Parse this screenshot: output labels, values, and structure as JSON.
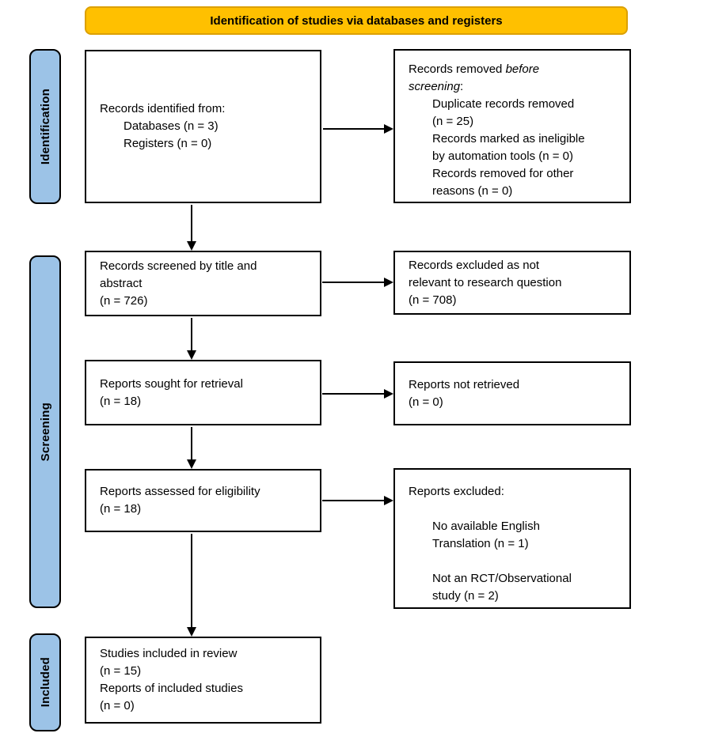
{
  "banner": {
    "text": "Identification of studies via databases and registers"
  },
  "colors": {
    "banner_fill": "#FFC000",
    "banner_border": "#DCA000",
    "stage_fill": "#9CC3E7",
    "box_border": "#000000",
    "arrow": "#000000"
  },
  "stages": {
    "identification": "Identification",
    "screening": "Screening",
    "included": "Included"
  },
  "boxes": {
    "records_identified": {
      "lines": [
        {
          "segs": [
            {
              "t": "Records identified from:"
            }
          ]
        },
        {
          "ind": 1,
          "segs": [
            {
              "t": "Databases (n = 3)"
            }
          ]
        },
        {
          "ind": 1,
          "segs": [
            {
              "t": "Registers (n = 0)"
            }
          ]
        }
      ]
    },
    "records_removed": {
      "lines": [
        {
          "segs": [
            {
              "t": "Records removed "
            },
            {
              "t": "before",
              "em": true
            }
          ]
        },
        {
          "segs": [
            {
              "t": "screening",
              "em": true
            },
            {
              "t": ":"
            }
          ]
        },
        {
          "ind": 1,
          "segs": [
            {
              "t": "Duplicate records removed"
            }
          ]
        },
        {
          "ind": 1,
          "segs": [
            {
              "t": "(n = 25)"
            }
          ]
        },
        {
          "ind": 1,
          "segs": [
            {
              "t": "Records marked as ineligible"
            }
          ]
        },
        {
          "ind": 1,
          "segs": [
            {
              "t": "by automation tools (n = 0)"
            }
          ]
        },
        {
          "ind": 1,
          "segs": [
            {
              "t": "Records removed for other"
            }
          ]
        },
        {
          "ind": 1,
          "segs": [
            {
              "t": "reasons (n = 0)"
            }
          ]
        }
      ]
    },
    "records_screened": {
      "lines": [
        {
          "segs": [
            {
              "t": "Records screened by title and"
            }
          ]
        },
        {
          "segs": [
            {
              "t": "abstract"
            }
          ]
        },
        {
          "segs": [
            {
              "t": "(n = 726)"
            }
          ]
        }
      ]
    },
    "records_excluded": {
      "lines": [
        {
          "segs": [
            {
              "t": "Records excluded as not"
            }
          ]
        },
        {
          "segs": [
            {
              "t": "relevant to research question"
            }
          ]
        },
        {
          "segs": [
            {
              "t": "(n = 708)"
            }
          ]
        }
      ]
    },
    "reports_sought": {
      "lines": [
        {
          "segs": [
            {
              "t": "Reports sought for retrieval"
            }
          ]
        },
        {
          "segs": [
            {
              "t": "(n = 18)"
            }
          ]
        }
      ]
    },
    "reports_not_retrieved": {
      "lines": [
        {
          "segs": [
            {
              "t": "Reports not retrieved"
            }
          ]
        },
        {
          "segs": [
            {
              "t": "(n = 0)"
            }
          ]
        }
      ]
    },
    "reports_assessed": {
      "lines": [
        {
          "segs": [
            {
              "t": "Reports assessed for eligibility"
            }
          ]
        },
        {
          "segs": [
            {
              "t": "(n = 18)"
            }
          ]
        }
      ]
    },
    "reports_excluded": {
      "lines": [
        {
          "segs": [
            {
              "t": "Reports excluded:"
            }
          ]
        },
        {
          "segs": []
        },
        {
          "ind": 1,
          "segs": [
            {
              "t": "No available English"
            }
          ]
        },
        {
          "ind": 1,
          "segs": [
            {
              "t": "Translation (n = 1)"
            }
          ]
        },
        {
          "segs": []
        },
        {
          "ind": 1,
          "segs": [
            {
              "t": "Not an RCT/Observational"
            }
          ]
        },
        {
          "ind": 1,
          "segs": [
            {
              "t": "study (n = 2)"
            }
          ]
        }
      ]
    },
    "studies_included": {
      "lines": [
        {
          "segs": [
            {
              "t": "Studies included in review"
            }
          ]
        },
        {
          "segs": [
            {
              "t": "(n = 15)"
            }
          ]
        },
        {
          "segs": [
            {
              "t": "Reports of included studies"
            }
          ]
        },
        {
          "segs": [
            {
              "t": "(n = 0)"
            }
          ]
        }
      ]
    }
  }
}
